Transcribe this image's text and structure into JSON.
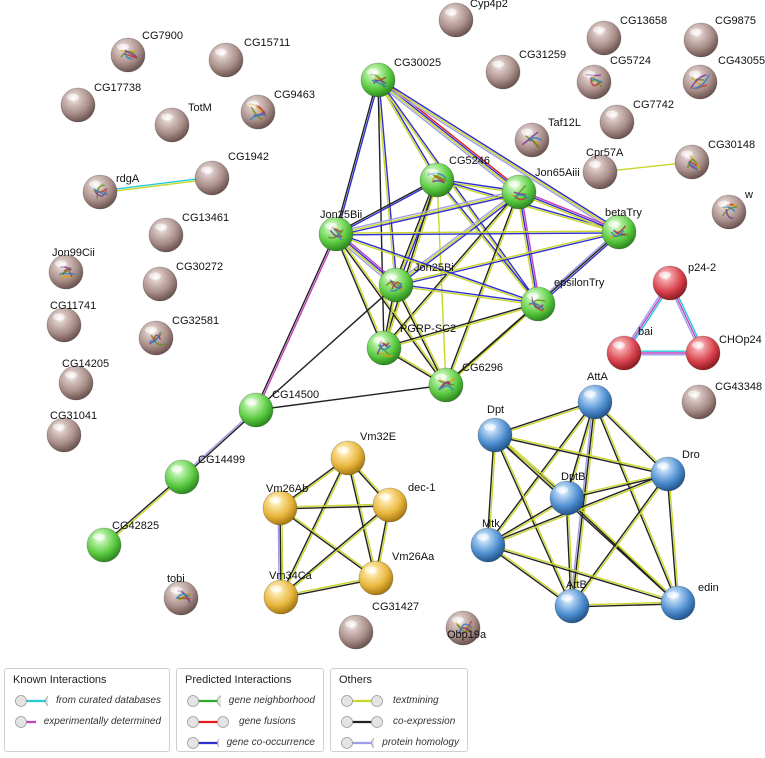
{
  "colors": {
    "curated": "#27c9d4",
    "experimental": "#c43fc1",
    "neighborhood": "#2ea82e",
    "fusion": "#e41a1c",
    "cooccurrence": "#2f2fcf",
    "textmining": "#c9d62a",
    "coexpression": "#222222",
    "homology": "#9e9ee8"
  },
  "nodes": [
    {
      "id": "CG7900",
      "label": "CG7900",
      "color": "brown",
      "icon": "protein-structure"
    },
    {
      "id": "CG15711",
      "label": "CG15711",
      "color": "brown"
    },
    {
      "id": "CG17738",
      "label": "CG17738",
      "color": "brown"
    },
    {
      "id": "TotM",
      "label": "TotM",
      "color": "brown"
    },
    {
      "id": "CG9463",
      "label": "CG9463",
      "color": "brown",
      "icon": "protein-structure"
    },
    {
      "id": "CG1942",
      "label": "CG1942",
      "color": "brown"
    },
    {
      "id": "rdgA",
      "label": "rdgA",
      "color": "brown",
      "icon": "protein-structure"
    },
    {
      "id": "CG13461",
      "label": "CG13461",
      "color": "brown"
    },
    {
      "id": "Jon99Cii",
      "label": "Jon99Cii",
      "color": "brown",
      "icon": "protein-structure"
    },
    {
      "id": "CG30272",
      "label": "CG30272",
      "color": "brown"
    },
    {
      "id": "CG11741",
      "label": "CG11741",
      "color": "brown"
    },
    {
      "id": "CG32581",
      "label": "CG32581",
      "color": "brown",
      "icon": "protein-structure"
    },
    {
      "id": "CG14205",
      "label": "CG14205",
      "color": "brown"
    },
    {
      "id": "CG31041",
      "label": "CG31041",
      "color": "brown"
    },
    {
      "id": "Cyp4p2",
      "label": "Cyp4p2",
      "color": "brown"
    },
    {
      "id": "CG13658",
      "label": "CG13658",
      "color": "brown"
    },
    {
      "id": "CG9875",
      "label": "CG9875",
      "color": "brown"
    },
    {
      "id": "CG31259",
      "label": "CG31259",
      "color": "brown"
    },
    {
      "id": "CG5724",
      "label": "CG5724",
      "color": "brown",
      "icon": "protein-structure"
    },
    {
      "id": "CG43055",
      "label": "CG43055",
      "color": "brown",
      "icon": "protein-structure"
    },
    {
      "id": "Taf12L",
      "label": "Taf12L",
      "color": "brown",
      "icon": "protein-structure"
    },
    {
      "id": "CG7742",
      "label": "CG7742",
      "color": "brown"
    },
    {
      "id": "Cpr57A",
      "label": "Cpr57A",
      "color": "brown"
    },
    {
      "id": "CG30148",
      "label": "CG30148",
      "color": "brown",
      "icon": "protein-structure"
    },
    {
      "id": "w",
      "label": "w",
      "color": "brown",
      "icon": "protein-structure"
    },
    {
      "id": "CG43348",
      "label": "CG43348",
      "color": "brown"
    },
    {
      "id": "tobi",
      "label": "tobi",
      "color": "brown",
      "icon": "protein-structure"
    },
    {
      "id": "CG31427",
      "label": "CG31427",
      "color": "brown"
    },
    {
      "id": "Obp19a",
      "label": "Obp19a",
      "color": "brown",
      "icon": "protein-structure"
    },
    {
      "id": "CG30025",
      "label": "CG30025",
      "color": "green",
      "icon": "protein-structure"
    },
    {
      "id": "CG5246",
      "label": "CG5246",
      "color": "green",
      "icon": "protein-structure"
    },
    {
      "id": "Jon65Aiii",
      "label": "Jon65Aiii",
      "color": "green",
      "icon": "protein-structure"
    },
    {
      "id": "betaTry",
      "label": "betaTry",
      "color": "green",
      "icon": "protein-structure"
    },
    {
      "id": "Jon25Bii",
      "label": "Jon25Bii",
      "color": "green",
      "icon": "protein-structure"
    },
    {
      "id": "Jon25Bi",
      "label": "Jon25Bi",
      "color": "green",
      "icon": "protein-structure"
    },
    {
      "id": "epsilonTry",
      "label": "epsilonTry",
      "color": "green",
      "icon": "protein-structure"
    },
    {
      "id": "PGRP-SC2",
      "label": "PGRP-SC2",
      "color": "green",
      "icon": "protein-structure"
    },
    {
      "id": "CG6296",
      "label": "CG6296",
      "color": "green",
      "icon": "protein-structure"
    },
    {
      "id": "CG14500",
      "label": "CG14500",
      "color": "green"
    },
    {
      "id": "CG14499",
      "label": "CG14499",
      "color": "green"
    },
    {
      "id": "CG42825",
      "label": "CG42825",
      "color": "green"
    },
    {
      "id": "p24-2",
      "label": "p24-2",
      "color": "red"
    },
    {
      "id": "bai",
      "label": "bai",
      "color": "red"
    },
    {
      "id": "CHOp24",
      "label": "CHOp24",
      "color": "red"
    },
    {
      "id": "Vm32E",
      "label": "Vm32E",
      "color": "yellow"
    },
    {
      "id": "Vm26Ab",
      "label": "Vm26Ab",
      "color": "yellow"
    },
    {
      "id": "dec-1",
      "label": "dec-1",
      "color": "yellow"
    },
    {
      "id": "Vm26Aa",
      "label": "Vm26Aa",
      "color": "yellow"
    },
    {
      "id": "Vm34Ca",
      "label": "Vm34Ca",
      "color": "yellow"
    },
    {
      "id": "AttA",
      "label": "AttA",
      "color": "blue"
    },
    {
      "id": "Dpt",
      "label": "Dpt",
      "color": "blue"
    },
    {
      "id": "Dro",
      "label": "Dro",
      "color": "blue"
    },
    {
      "id": "DptB",
      "label": "DptB",
      "color": "blue"
    },
    {
      "id": "Mtk",
      "label": "Mtk",
      "color": "blue"
    },
    {
      "id": "AttB",
      "label": "AttB",
      "color": "blue"
    },
    {
      "id": "edin",
      "label": "edin",
      "color": "blue"
    }
  ],
  "edges": [
    {
      "source": "rdgA",
      "target": "CG1942",
      "types": [
        "curated",
        "textmining"
      ]
    },
    {
      "source": "Cpr57A",
      "target": "CG30148",
      "types": [
        "textmining"
      ]
    },
    {
      "source": "CG30025",
      "target": "Jon65Aiii",
      "types": [
        "fusion",
        "cooccurrence",
        "textmining",
        "homology"
      ]
    },
    {
      "source": "CG30025",
      "target": "betaTry",
      "types": [
        "cooccurrence",
        "textmining",
        "homology"
      ]
    },
    {
      "source": "CG30025",
      "target": "CG5246",
      "types": [
        "cooccurrence",
        "textmining"
      ]
    },
    {
      "source": "CG30025",
      "target": "Jon25Bii",
      "types": [
        "cooccurrence",
        "coexpression"
      ]
    },
    {
      "source": "CG30025",
      "target": "Jon25Bi",
      "types": [
        "cooccurrence",
        "textmining"
      ]
    },
    {
      "source": "CG30025",
      "target": "epsilonTry",
      "types": [
        "cooccurrence",
        "textmining"
      ]
    },
    {
      "source": "CG30025",
      "target": "PGRP-SC2",
      "types": [
        "coexpression"
      ]
    },
    {
      "source": "CG5246",
      "target": "Jon65Aiii",
      "types": [
        "cooccurrence",
        "textmining"
      ]
    },
    {
      "source": "CG5246",
      "target": "Jon25Bii",
      "types": [
        "cooccurrence",
        "coexpression"
      ]
    },
    {
      "source": "CG5246",
      "target": "Jon25Bi",
      "types": [
        "cooccurrence",
        "textmining",
        "coexpression"
      ]
    },
    {
      "source": "CG5246",
      "target": "epsilonTry",
      "types": [
        "cooccurrence",
        "textmining"
      ]
    },
    {
      "source": "CG5246",
      "target": "PGRP-SC2",
      "types": [
        "textmining",
        "coexpression"
      ]
    },
    {
      "source": "CG5246",
      "target": "CG6296",
      "types": [
        "textmining"
      ]
    },
    {
      "source": "CG5246",
      "target": "betaTry",
      "types": [
        "cooccurrence",
        "textmining"
      ]
    },
    {
      "source": "Jon65Aiii",
      "target": "betaTry",
      "types": [
        "experimental",
        "cooccurrence",
        "textmining"
      ]
    },
    {
      "source": "Jon65Aiii",
      "target": "Jon25Bii",
      "types": [
        "cooccurrence",
        "textmining",
        "homology"
      ]
    },
    {
      "source": "Jon65Aiii",
      "target": "Jon25Bi",
      "types": [
        "cooccurrence",
        "textmining",
        "homology"
      ]
    },
    {
      "source": "Jon65Aiii",
      "target": "epsilonTry",
      "types": [
        "experimental",
        "cooccurrence",
        "textmining"
      ]
    },
    {
      "source": "Jon65Aiii",
      "target": "PGRP-SC2",
      "types": [
        "textmining",
        "coexpression"
      ]
    },
    {
      "source": "Jon65Aiii",
      "target": "CG6296",
      "types": [
        "textmining",
        "coexpression"
      ]
    },
    {
      "source": "betaTry",
      "target": "Jon25Bii",
      "types": [
        "cooccurrence",
        "textmining"
      ]
    },
    {
      "source": "betaTry",
      "target": "Jon25Bi",
      "types": [
        "cooccurrence",
        "textmining"
      ]
    },
    {
      "source": "betaTry",
      "target": "epsilonTry",
      "types": [
        "cooccurrence",
        "textmining",
        "homology"
      ]
    },
    {
      "source": "betaTry",
      "target": "CG6296",
      "types": [
        "coexpression"
      ]
    },
    {
      "source": "Jon25Bii",
      "target": "Jon25Bi",
      "types": [
        "experimental",
        "cooccurrence",
        "textmining",
        "homology"
      ]
    },
    {
      "source": "Jon25Bii",
      "target": "epsilonTry",
      "types": [
        "cooccurrence",
        "textmining"
      ]
    },
    {
      "source": "Jon25Bii",
      "target": "PGRP-SC2",
      "types": [
        "textmining",
        "coexpression"
      ]
    },
    {
      "source": "Jon25Bii",
      "target": "CG6296",
      "types": [
        "textmining",
        "coexpression"
      ]
    },
    {
      "source": "Jon25Bii",
      "target": "CG14500",
      "types": [
        "experimental",
        "coexpression"
      ]
    },
    {
      "source": "Jon25Bi",
      "target": "epsilonTry",
      "types": [
        "cooccurrence",
        "textmining"
      ]
    },
    {
      "source": "Jon25Bi",
      "target": "PGRP-SC2",
      "types": [
        "textmining",
        "coexpression"
      ]
    },
    {
      "source": "Jon25Bi",
      "target": "CG6296",
      "types": [
        "textmining",
        "coexpression"
      ]
    },
    {
      "source": "Jon25Bi",
      "target": "CG14500",
      "types": [
        "coexpression"
      ]
    },
    {
      "source": "epsilonTry",
      "target": "PGRP-SC2",
      "types": [
        "textmining",
        "coexpression"
      ]
    },
    {
      "source": "epsilonTry",
      "target": "CG6296",
      "types": [
        "textmining",
        "coexpression"
      ]
    },
    {
      "source": "PGRP-SC2",
      "target": "CG6296",
      "types": [
        "textmining",
        "coexpression"
      ]
    },
    {
      "source": "CG14500",
      "target": "CG6296",
      "types": [
        "coexpression"
      ]
    },
    {
      "source": "CG14500",
      "target": "CG14499",
      "types": [
        "coexpression",
        "homology"
      ]
    },
    {
      "source": "CG14499",
      "target": "CG42825",
      "types": [
        "textmining",
        "coexpression"
      ]
    },
    {
      "source": "p24-2",
      "target": "bai",
      "types": [
        "curated",
        "experimental",
        "homology"
      ]
    },
    {
      "source": "p24-2",
      "target": "CHOp24",
      "types": [
        "curated",
        "experimental",
        "homology"
      ]
    },
    {
      "source": "bai",
      "target": "CHOp24",
      "types": [
        "curated",
        "experimental",
        "homology"
      ]
    },
    {
      "source": "Vm32E",
      "target": "Vm26Ab",
      "types": [
        "textmining",
        "coexpression"
      ]
    },
    {
      "source": "Vm32E",
      "target": "dec-1",
      "types": [
        "textmining",
        "coexpression"
      ]
    },
    {
      "source": "Vm32E",
      "target": "Vm34Ca",
      "types": [
        "textmining",
        "coexpression"
      ]
    },
    {
      "source": "Vm32E",
      "target": "Vm26Aa",
      "types": [
        "textmining",
        "coexpression"
      ]
    },
    {
      "source": "Vm26Ab",
      "target": "dec-1",
      "types": [
        "textmining",
        "coexpression"
      ]
    },
    {
      "source": "Vm26Ab",
      "target": "Vm34Ca",
      "types": [
        "textmining",
        "coexpression",
        "homology"
      ]
    },
    {
      "source": "Vm26Ab",
      "target": "Vm26Aa",
      "types": [
        "textmining",
        "coexpression"
      ]
    },
    {
      "source": "dec-1",
      "target": "Vm34Ca",
      "types": [
        "textmining",
        "coexpression"
      ]
    },
    {
      "source": "dec-1",
      "target": "Vm26Aa",
      "types": [
        "textmining",
        "coexpression"
      ]
    },
    {
      "source": "Vm34Ca",
      "target": "Vm26Aa",
      "types": [
        "textmining",
        "coexpression"
      ]
    },
    {
      "source": "AttA",
      "target": "Dpt",
      "types": [
        "textmining",
        "coexpression"
      ]
    },
    {
      "source": "AttA",
      "target": "DptB",
      "types": [
        "textmining",
        "coexpression"
      ]
    },
    {
      "source": "AttA",
      "target": "Dro",
      "types": [
        "textmining",
        "coexpression"
      ]
    },
    {
      "source": "AttA",
      "target": "Mtk",
      "types": [
        "textmining",
        "coexpression"
      ]
    },
    {
      "source": "AttA",
      "target": "AttB",
      "types": [
        "textmining",
        "coexpression",
        "homology"
      ]
    },
    {
      "source": "AttA",
      "target": "edin",
      "types": [
        "textmining",
        "coexpression"
      ]
    },
    {
      "source": "Dpt",
      "target": "DptB",
      "types": [
        "textmining",
        "coexpression",
        "homology"
      ]
    },
    {
      "source": "Dpt",
      "target": "Dro",
      "types": [
        "textmining",
        "coexpression"
      ]
    },
    {
      "source": "Dpt",
      "target": "Mtk",
      "types": [
        "textmining",
        "coexpression"
      ]
    },
    {
      "source": "Dpt",
      "target": "AttB",
      "types": [
        "textmining",
        "coexpression"
      ]
    },
    {
      "source": "Dpt",
      "target": "edin",
      "types": [
        "textmining",
        "coexpression"
      ]
    },
    {
      "source": "DptB",
      "target": "Dro",
      "types": [
        "textmining",
        "coexpression"
      ]
    },
    {
      "source": "DptB",
      "target": "Mtk",
      "types": [
        "textmining",
        "coexpression"
      ]
    },
    {
      "source": "DptB",
      "target": "AttB",
      "types": [
        "textmining",
        "coexpression"
      ]
    },
    {
      "source": "DptB",
      "target": "edin",
      "types": [
        "textmining",
        "coexpression"
      ]
    },
    {
      "source": "Dro",
      "target": "Mtk",
      "types": [
        "textmining",
        "coexpression"
      ]
    },
    {
      "source": "Dro",
      "target": "AttB",
      "types": [
        "textmining",
        "coexpression"
      ]
    },
    {
      "source": "Dro",
      "target": "edin",
      "types": [
        "textmining",
        "coexpression"
      ]
    },
    {
      "source": "Mtk",
      "target": "AttB",
      "types": [
        "textmining",
        "coexpression"
      ]
    },
    {
      "source": "Mtk",
      "target": "edin",
      "types": [
        "textmining",
        "coexpression"
      ]
    },
    {
      "source": "AttB",
      "target": "edin",
      "types": [
        "textmining",
        "coexpression"
      ]
    }
  ],
  "legend": {
    "known": {
      "title": "Known Interactions",
      "items": [
        {
          "label": "from curated databases",
          "type": "curated"
        },
        {
          "label": "experimentally determined",
          "type": "experimental"
        }
      ]
    },
    "predicted": {
      "title": "Predicted Interactions",
      "items": [
        {
          "label": "gene neighborhood",
          "type": "neighborhood"
        },
        {
          "label": "gene fusions",
          "type": "fusion"
        },
        {
          "label": "gene co-occurrence",
          "type": "cooccurrence"
        }
      ]
    },
    "others": {
      "title": "Others",
      "items": [
        {
          "label": "textmining",
          "type": "textmining"
        },
        {
          "label": "co-expression",
          "type": "coexpression"
        },
        {
          "label": "protein homology",
          "type": "homology"
        }
      ]
    }
  }
}
